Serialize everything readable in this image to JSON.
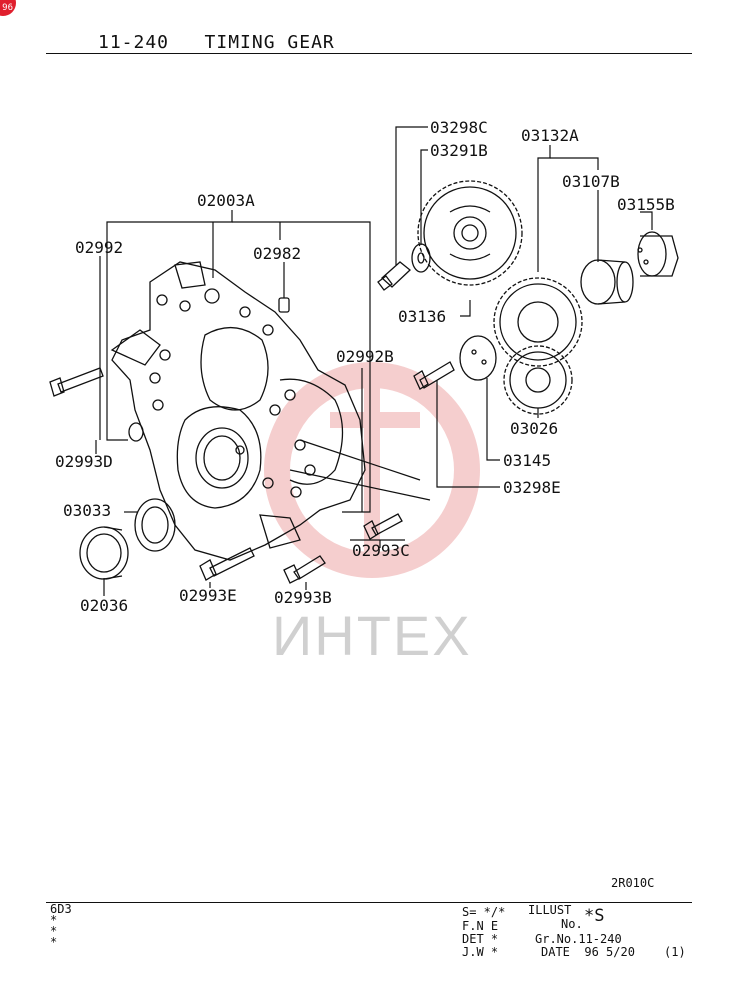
{
  "badge": "96",
  "header": {
    "title": "11-240   TIMING GEAR"
  },
  "watermark": "ИНТЕХ",
  "labels": {
    "l03298C": "03298C",
    "l03291B": "03291B",
    "l03132A": "03132A",
    "l03107B": "03107B",
    "l03155B": "03155B",
    "l02003A": "02003A",
    "l02992": "02992",
    "l02982": "02982",
    "l03136": "03136",
    "l02992B": "02992B",
    "l03026": "03026",
    "l03145": "03145",
    "l03298E": "03298E",
    "l02993D": "02993D",
    "l03033": "03033",
    "l02993C": "02993C",
    "l02036": "02036",
    "l02993E": "02993E",
    "l02993B": "02993B"
  },
  "footer": {
    "ref": "2R010C",
    "model": [
      "6D3",
      "*",
      "*",
      "*"
    ],
    "s_line": "S= */*",
    "illust": "ILLUST",
    "illust_no": "No.",
    "illust_mark": "*S",
    "fne": "F.N E",
    "det": "DET *",
    "grno": "Gr.No.11-240",
    "jw": "J.W *",
    "date": "DATE  96 5/20",
    "page": "(1)"
  }
}
